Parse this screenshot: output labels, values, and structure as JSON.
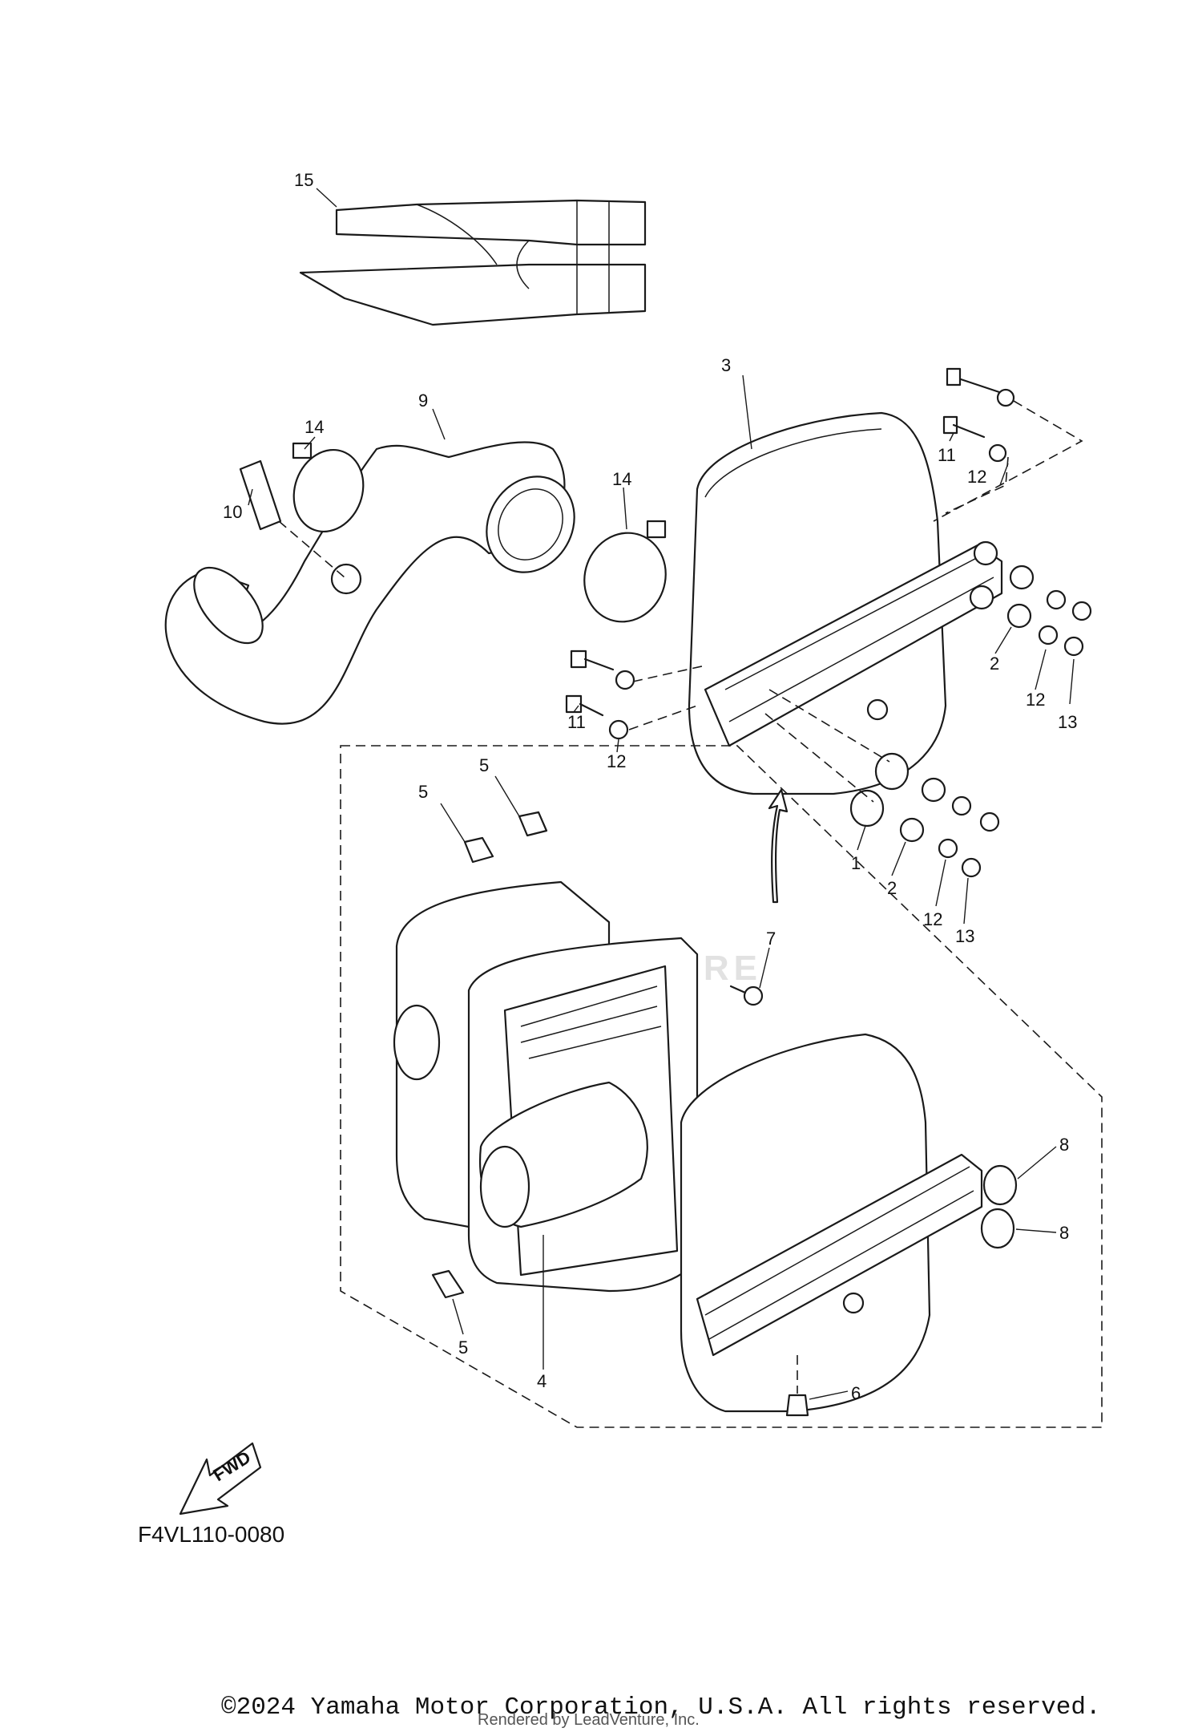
{
  "diagram": {
    "code": "F4VL110-0080",
    "copyright": "©2024 Yamaha Motor Corporation, U.S.A. All rights reserved.",
    "rendered_by": "Rendered by LeadVenture, Inc.",
    "watermark": "LEADVENTURE",
    "fwd_label": "FWD",
    "callouts": [
      {
        "id": "c15",
        "label": "15"
      },
      {
        "id": "c3",
        "label": "3"
      },
      {
        "id": "c9",
        "label": "9"
      },
      {
        "id": "c14a",
        "label": "14"
      },
      {
        "id": "c14b",
        "label": "14"
      },
      {
        "id": "c10",
        "label": "10"
      },
      {
        "id": "c11a",
        "label": "11"
      },
      {
        "id": "c12a",
        "label": "12"
      },
      {
        "id": "c2a",
        "label": "2"
      },
      {
        "id": "c12b",
        "label": "12"
      },
      {
        "id": "c13a",
        "label": "13"
      },
      {
        "id": "c11b",
        "label": "11"
      },
      {
        "id": "c12c",
        "label": "12"
      },
      {
        "id": "c5a",
        "label": "5"
      },
      {
        "id": "c5b",
        "label": "5"
      },
      {
        "id": "c1",
        "label": "1"
      },
      {
        "id": "c2b",
        "label": "2"
      },
      {
        "id": "c12d",
        "label": "12"
      },
      {
        "id": "c13b",
        "label": "13"
      },
      {
        "id": "c7",
        "label": "7"
      },
      {
        "id": "c8a",
        "label": "8"
      },
      {
        "id": "c8b",
        "label": "8"
      },
      {
        "id": "c5c",
        "label": "5"
      },
      {
        "id": "c4",
        "label": "4"
      },
      {
        "id": "c6",
        "label": "6"
      }
    ]
  }
}
